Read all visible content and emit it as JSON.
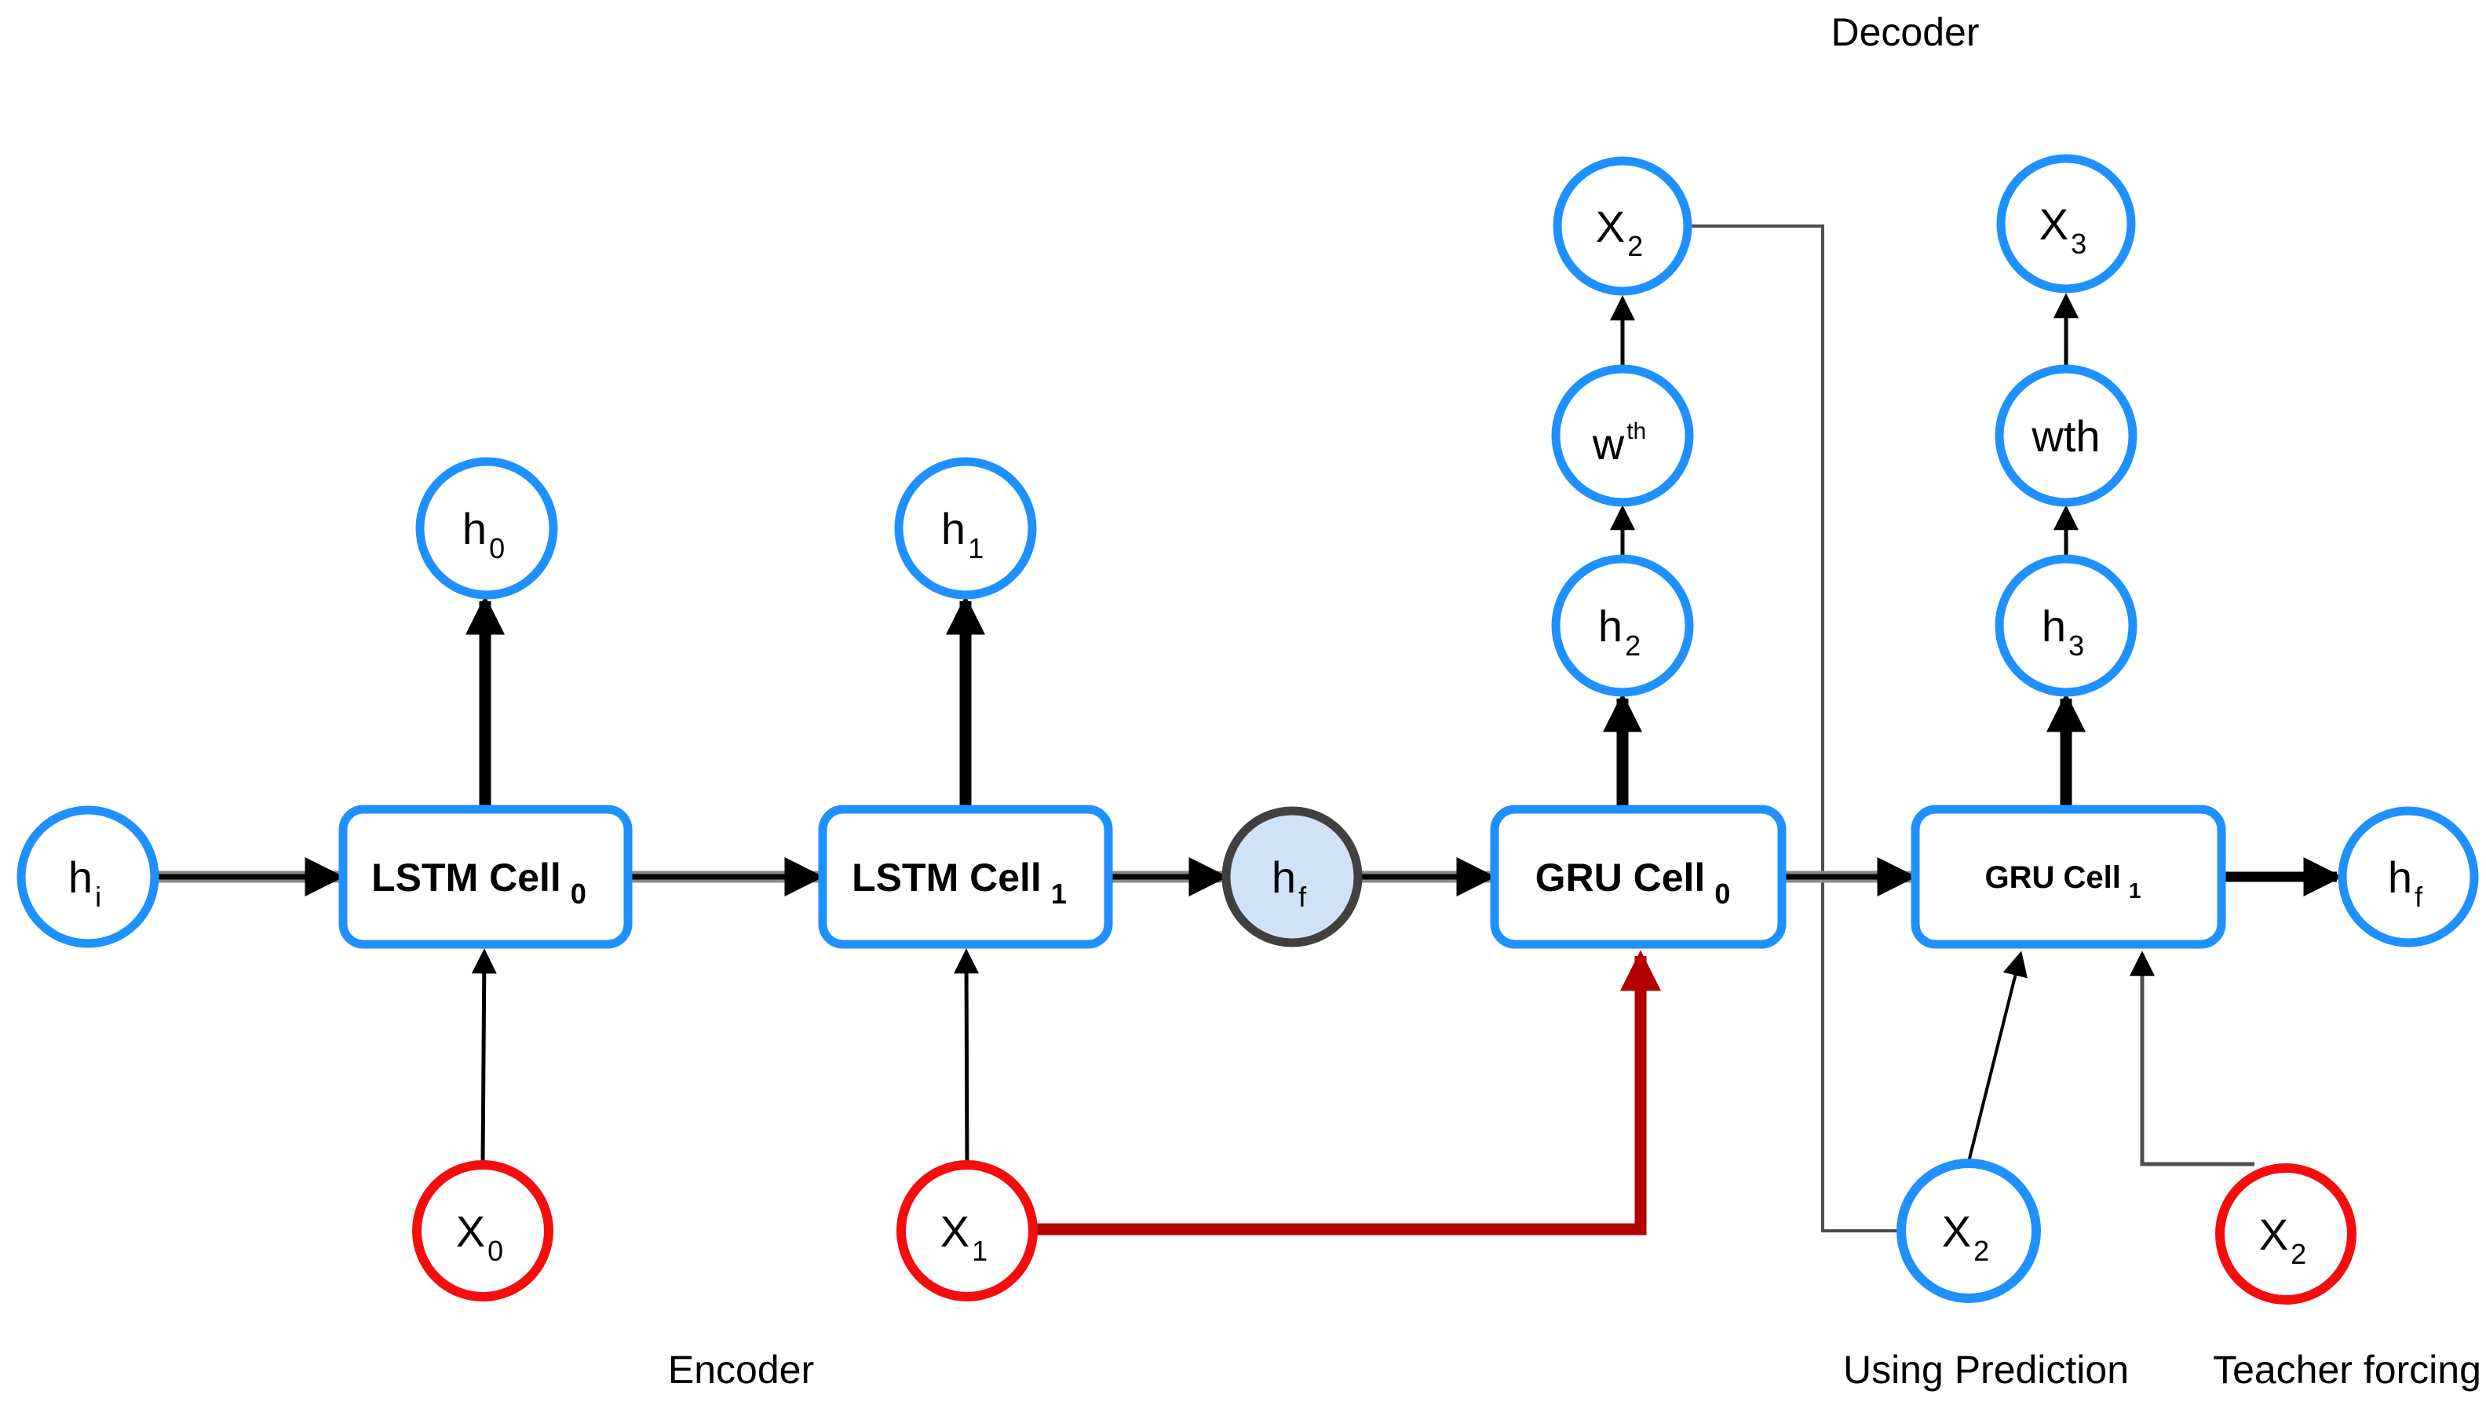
{
  "captions": {
    "decoder": "Decoder",
    "encoder": "Encoder",
    "using_prediction": "Using Prediction",
    "teacher_forcing": "Teacher forcing"
  },
  "colors": {
    "node_blue": "#1E90FF",
    "node_red": "#F50D0D",
    "hf_fill": "#CFE2F7",
    "hf_stroke": "#404040",
    "arrow_black": "#000000",
    "arrow_gray_halo": "#8A8A8A",
    "feedback_gray": "#4D4D4D",
    "arrow_dark_red": "#B20000"
  },
  "cells": {
    "lstm_0": {
      "base": "LSTM Cell",
      "sub": "0"
    },
    "lstm_1": {
      "base": "LSTM Cell",
      "sub": "1"
    },
    "gru_0": {
      "base": "GRU Cell",
      "sub": "0"
    },
    "gru_1": {
      "base": "GRU Cell",
      "sub": "1"
    }
  },
  "nodes": {
    "h_i": {
      "base": "h",
      "sub": "i"
    },
    "h_0": {
      "base": "h",
      "sub": "0"
    },
    "h_1": {
      "base": "h",
      "sub": "1"
    },
    "x_0": {
      "base": "X",
      "sub": "0"
    },
    "x_1": {
      "base": "X",
      "sub": "1"
    },
    "h_f_mid": {
      "base": "h",
      "sub": "f"
    },
    "h_2": {
      "base": "h",
      "sub": "2"
    },
    "w_th": {
      "base": "w",
      "sup": "th"
    },
    "x_2_top": {
      "base": "X",
      "sub": "2"
    },
    "h_3": {
      "base": "h",
      "sub": "3"
    },
    "wth": {
      "base": "wth"
    },
    "x_3": {
      "base": "X",
      "sub": "3"
    },
    "x_2_prediction": {
      "base": "X",
      "sub": "2"
    },
    "x_2_teacher": {
      "base": "X",
      "sub": "2"
    },
    "h_f_out": {
      "base": "h",
      "sub": "f"
    }
  }
}
